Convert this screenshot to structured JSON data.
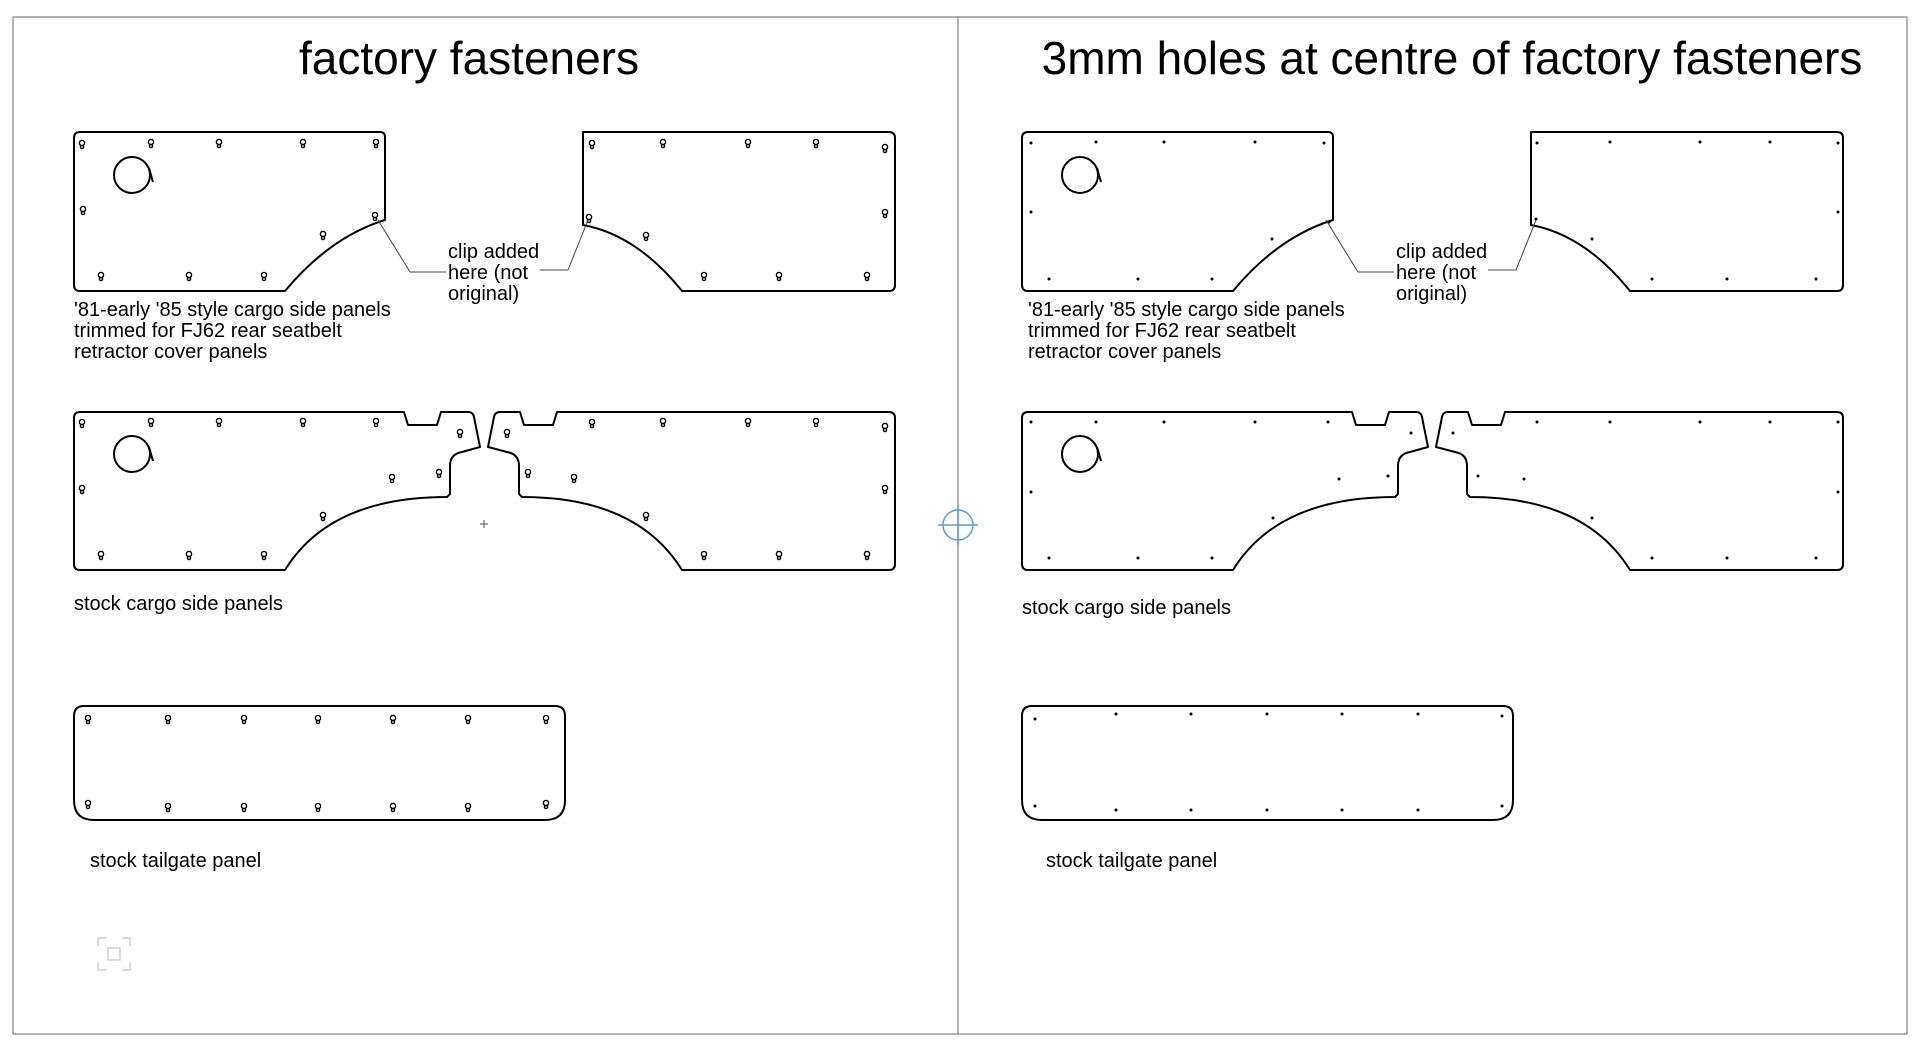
{
  "left_view": {
    "title": "factory fasteners",
    "retractor_caption": [
      "'81-early '85 style cargo side panels",
      "trimmed for FJ62 rear seatbelt",
      "retractor cover panels"
    ],
    "clip_note": [
      "clip added",
      "here (not",
      "original)"
    ],
    "cargo_caption": "stock cargo side panels",
    "tailgate_caption": "stock tailgate panel"
  },
  "right_view": {
    "title": "3mm holes at centre of factory fasteners",
    "retractor_caption": [
      "'81-early '85 style cargo side panels",
      "trimmed for FJ62 rear seatbelt",
      "retractor cover panels"
    ],
    "clip_note": [
      "clip added",
      "here (not",
      "original)"
    ],
    "cargo_caption": "stock cargo side panels",
    "tailgate_caption": "stock tailgate panel"
  },
  "colors": {
    "line": "#000000",
    "frame": "#8a8a8a",
    "marker": "#5b9bd5"
  },
  "icons": [
    "crosshair-icon",
    "fit-view-icon",
    "cursor-plus-icon"
  ]
}
